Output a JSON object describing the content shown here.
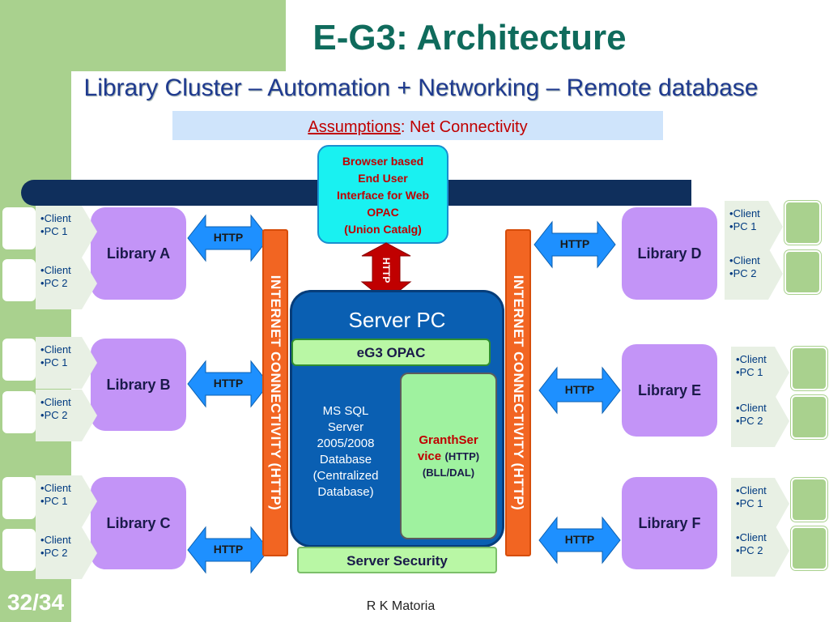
{
  "title": "E-G3: Architecture",
  "subtitle": "Library Cluster – Automation + Networking – Remote database",
  "assumption": {
    "label": "Assumptions",
    "rest": ": Net Connectivity"
  },
  "browser": [
    "Browser based",
    "End User",
    "Interface for Web",
    "OPAC",
    "(Union Catalg)"
  ],
  "server": {
    "title": "Server PC",
    "opac": "eG3 OPAC",
    "database": [
      "MS SQL",
      "Server",
      "2005/2008",
      "Database",
      "(Centralized",
      "Database)"
    ],
    "granth_1": "GranthSer",
    "granth_2": "vice",
    "granth_http": "(HTTP)",
    "granth_bll": "(BLL/DAL)",
    "security": "Server Security"
  },
  "http_label": "HTTP",
  "internet_label": "INTERNET CONNECTIVITY (HTTP)",
  "libraries": {
    "a": "Library A",
    "b": "Library B",
    "c": "Library C",
    "d": "Library D",
    "e": "Library E",
    "f": "Library F"
  },
  "clients": {
    "client": "Client",
    "pc1": "PC 1",
    "pc2": "PC 2"
  },
  "footer": {
    "page": "32/34",
    "author": "R K Matoria"
  },
  "colors": {
    "green": "#a9d18e",
    "title": "#0f6b5c",
    "subtitle": "#1f3a8f",
    "library": "#c394f7",
    "http_arrow": "#1e90ff",
    "internet": "#f26522",
    "server": "#0a5fb2",
    "database": "#8b3300",
    "browser": "#19f1f1"
  }
}
